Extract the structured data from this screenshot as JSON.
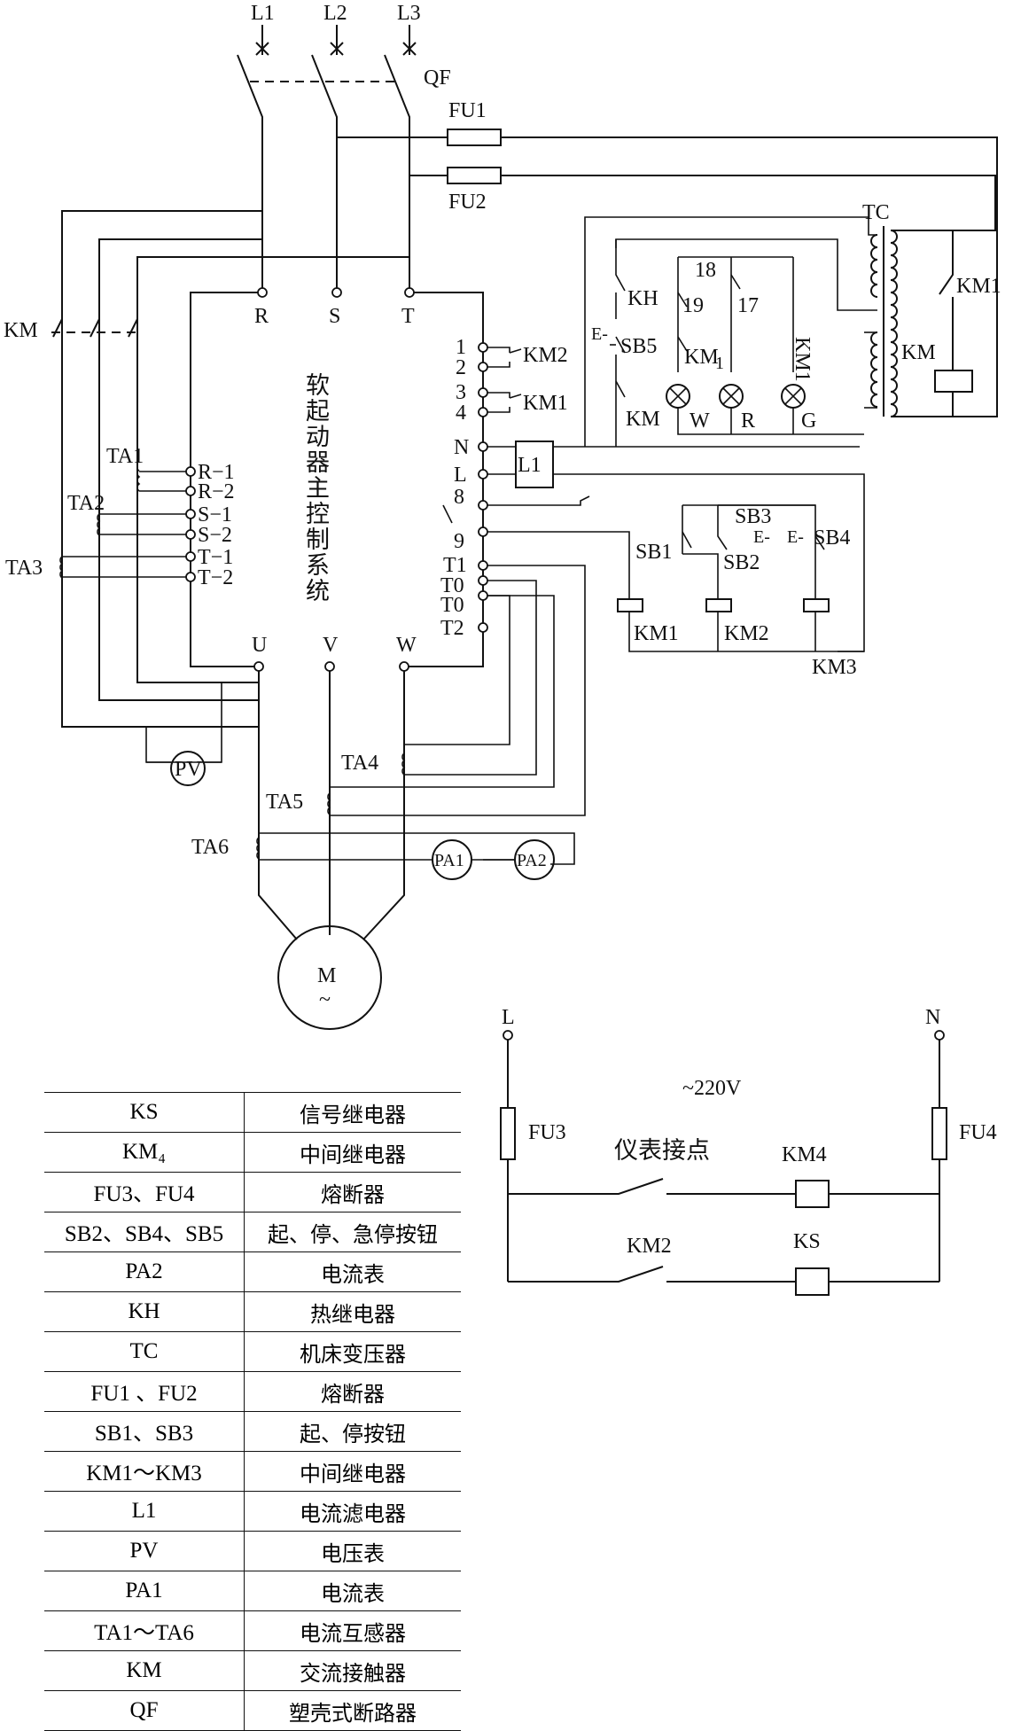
{
  "lines": [
    "L1",
    "L2",
    "L3"
  ],
  "breaker": "QF",
  "fuses": {
    "fu1": "FU1",
    "fu2": "FU2",
    "fu3": "FU3",
    "fu4": "FU4"
  },
  "transformer": "TC",
  "contactor_km": "KM",
  "main_inputs": [
    "R",
    "S",
    "T"
  ],
  "outputs": [
    "U",
    "V",
    "W"
  ],
  "soft_starter": "软起动器主控制系统",
  "right_terminals": [
    "1",
    "2",
    "3",
    "4",
    "N",
    "L",
    "8",
    "9",
    "T1",
    "T0",
    "T0",
    "T2"
  ],
  "ct_terminals": [
    "R−1",
    "R−2",
    "S−1",
    "S−2",
    "T−1",
    "T−2"
  ],
  "current_transformers": [
    "TA1",
    "TA2",
    "TA3",
    "TA4",
    "TA5",
    "TA6"
  ],
  "meters": {
    "pv": "PV",
    "pa1": "PA1",
    "pa2": "PA2"
  },
  "motor": {
    "symbol": "M",
    "ac": "~"
  },
  "control_labels": {
    "km2": "KM2",
    "km1": "KM1",
    "l1": "L1",
    "kh": "KH",
    "sb5": "SB5",
    "km_contact": "KM",
    "n18": "18",
    "n19": "19",
    "n17": "17",
    "km1_lamp": "KM",
    "km1_sub": "1",
    "km1_vert": "KM1",
    "lamp_w": "W",
    "lamp_r": "R",
    "lamp_g": "G",
    "km_coil_label": "KM",
    "km1_tc": "KM1",
    "sb1": "SB1",
    "sb2": "SB2",
    "sb3": "SB3",
    "sb4": "SB4",
    "coil1": "KM1",
    "coil2": "KM2",
    "coil3": "KM3",
    "e_mark": "E-"
  },
  "aux_circuit": {
    "L": "L",
    "N": "N",
    "voltage": "~220V",
    "meter_contact": "仪表接点",
    "km4": "KM4",
    "km2": "KM2",
    "ks": "KS"
  },
  "legend": [
    {
      "symbol": "KS",
      "description": "信号继电器"
    },
    {
      "symbol": "KM₄",
      "description": "中间继电器"
    },
    {
      "symbol": "FU3、FU4",
      "description": "熔断器"
    },
    {
      "symbol": "SB2、SB4、SB5",
      "description": "起、停、急停按钮"
    },
    {
      "symbol": "PA2",
      "description": "电流表"
    },
    {
      "symbol": "KH",
      "description": "热继电器"
    },
    {
      "symbol": "TC",
      "description": "机床变压器"
    },
    {
      "symbol": "FU1 、FU2",
      "description": "熔断器"
    },
    {
      "symbol": "SB1、SB3",
      "description": "起、停按钮"
    },
    {
      "symbol": "KM1～KM3",
      "description": "中间继电器"
    },
    {
      "symbol": "L1",
      "description": "电流滤电器"
    },
    {
      "symbol": "PV",
      "description": "电压表"
    },
    {
      "symbol": "PA1",
      "description": "电流表"
    },
    {
      "symbol": "TA1～TA6",
      "description": "电流互感器"
    },
    {
      "symbol": "KM",
      "description": "交流接触器"
    },
    {
      "symbol": "QF",
      "description": "塑壳式断路器"
    }
  ]
}
